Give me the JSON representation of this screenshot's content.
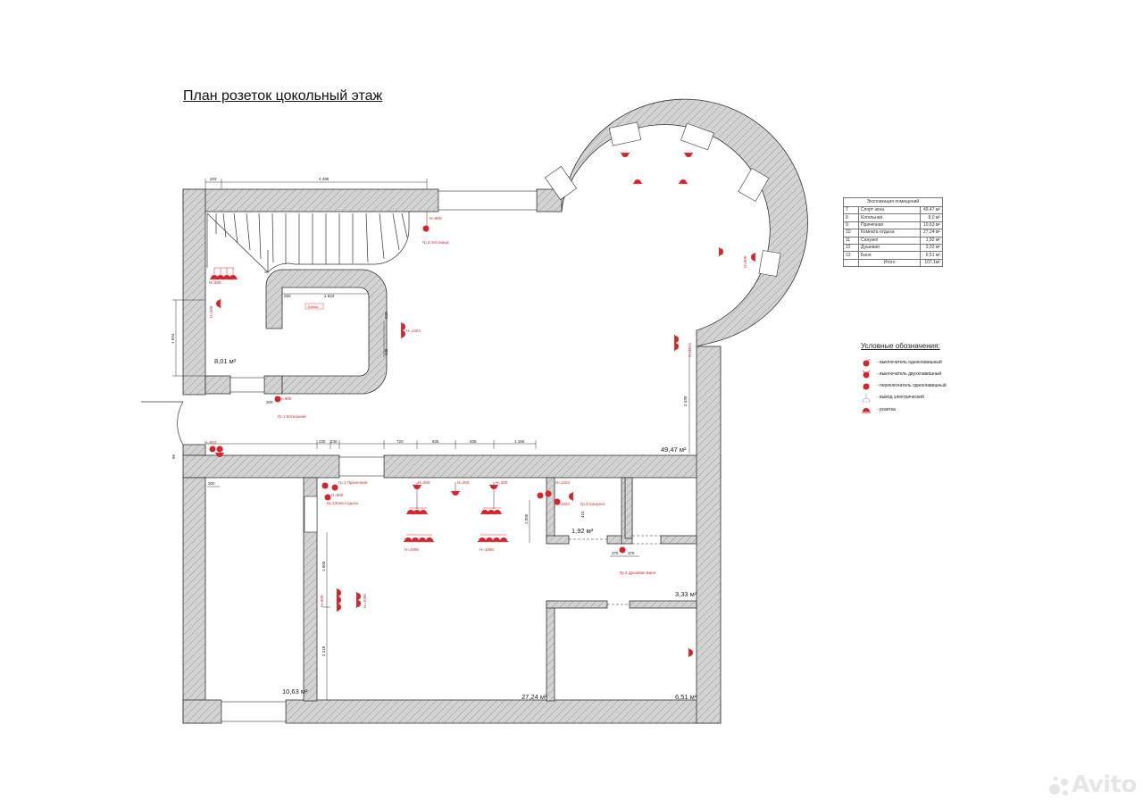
{
  "title": "План розеток цокольный этаж",
  "explication": {
    "caption": "Экспликация помещений",
    "rows": [
      {
        "num": "7",
        "name": "Спорт зона",
        "area": "49,47 м²"
      },
      {
        "num": "8",
        "name": "Котельная",
        "area": "8,0 м²"
      },
      {
        "num": "9",
        "name": "Прачечная",
        "area": "10,63 м²"
      },
      {
        "num": "10",
        "name": "Комната отдыха",
        "area": "27,24 м²"
      },
      {
        "num": "11",
        "name": "Санузел",
        "area": "1,92 м²"
      },
      {
        "num": "12",
        "name": "Душевая",
        "area": "3,33 м²"
      },
      {
        "num": "13",
        "name": "Баня",
        "area": "6,51 м²"
      },
      {
        "num": "",
        "name": "Итого",
        "area": "107,1м²"
      }
    ]
  },
  "legend": {
    "title": "Условные обозначения:",
    "items": [
      {
        "symbol": "switch-single-icon",
        "label": "- выключатель одноклавишный"
      },
      {
        "symbol": "switch-double-icon",
        "label": "- выключатель двухклавишный"
      },
      {
        "symbol": "switch-toggle-icon",
        "label": "- переключатель одноклавишный"
      },
      {
        "symbol": "electric-outlet-icon",
        "label": "- вывод электрический"
      },
      {
        "symbol": "socket-icon",
        "label": "- розетка"
      }
    ]
  },
  "room_areas": {
    "kotelnaya": "8,01 м²",
    "sport": "49,47 м²",
    "prachechnaya": "10,63 м²",
    "otdyh": "27,24 м²",
    "sanuzel": "1,92 м²",
    "dushevaya": "3,33 м²",
    "banya": "6,51 м²"
  },
  "dimensions": {
    "top_small": "203",
    "top_main": "4 495",
    "left_height": "1 594",
    "wall_l1": "1 624",
    "wall_l2": "250",
    "right_h": "2 430",
    "c1": "720",
    "c2": "835",
    "c3": "835",
    "c4": "1 190",
    "c5": "230",
    "c6": "230",
    "left_v1": "1 000",
    "left_v2": "2 218",
    "san_h": "1 095",
    "dush_d1": "375",
    "dush_d2": "375",
    "small_300": "300",
    "small_96": "96",
    "p_320": "320",
    "p_925": "925",
    "p_415": "415"
  },
  "marks": {
    "h900_a": "H=900",
    "h900_b": "H=900",
    "h900_c": "H=900",
    "h300_a": "H=300",
    "h300_b": "H=300",
    "h300_c": "H=300",
    "h300_d": "H=300",
    "h300_e": "H=300",
    "h1324_a": "H=1324",
    "h1324_b": "H=1324",
    "h1324_c": "H=1324",
    "h1065_a": "H=1065",
    "h1065_b": "H=1065",
    "h1096": "H=1096",
    "h900_d": "H=900",
    "h903": "H=903",
    "gr_lestnica": "Гр.2 лестница",
    "gr_kotelnaya": "Гр.1 Котельная",
    "gr_prachechnaya": "Гр.1 Прачечная",
    "gr_zona": "Гр.1Зона отдыха",
    "gr_sanuzel": "Гр.3 Санузел",
    "gr_dush": "Гр.3 Душевая Баня",
    "bath_label": "Банка"
  },
  "watermark": "Avito"
}
